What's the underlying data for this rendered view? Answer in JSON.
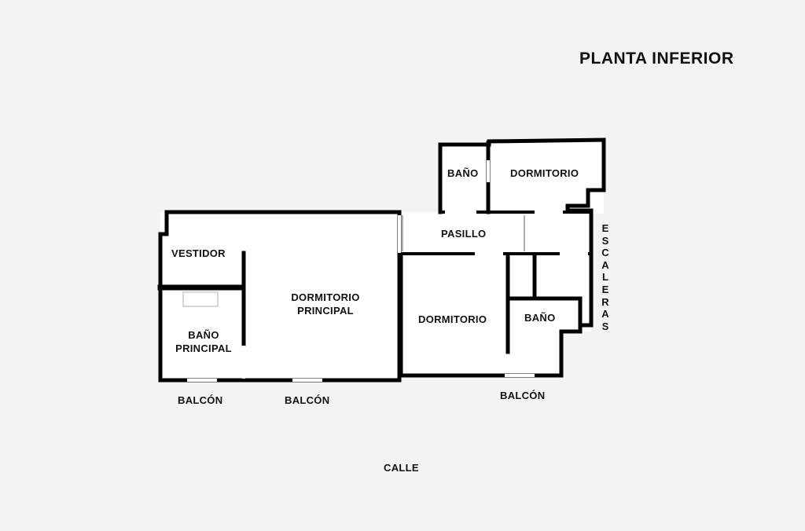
{
  "title": "PLANTA INFERIOR",
  "rooms": {
    "bano_top": "BAÑO",
    "dormitorio_top": "DORMITORIO",
    "pasillo": "PASILLO",
    "vestidor": "VESTIDOR",
    "dormitorio_principal_l1": "DORMITORIO",
    "dormitorio_principal_l2": "PRINCIPAL",
    "bano_principal_l1": "BAÑO",
    "bano_principal_l2": "PRINCIPAL",
    "dormitorio_mid": "DORMITORIO",
    "bano_right": "BAÑO"
  },
  "escaleras": "ESCALERAS",
  "balcones": {
    "left": "BALCÓN",
    "center": "BALCÓN",
    "right": "BALCÓN"
  },
  "calle": "CALLE",
  "colors": {
    "background": "#f4f3f1",
    "wall": "#000000",
    "floor": "#ffffff"
  }
}
